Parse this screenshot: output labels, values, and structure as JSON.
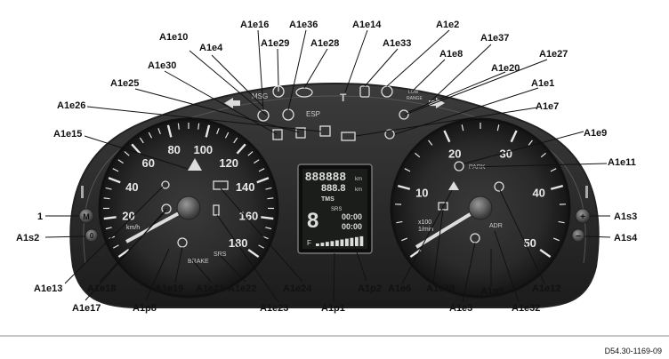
{
  "figure": {
    "reference_code": "D54.30-1169-09"
  },
  "speedometer": {
    "scale": [
      "20",
      "40",
      "60",
      "80",
      "100",
      "120",
      "140",
      "160",
      "180"
    ],
    "unit": "km/h"
  },
  "tachometer": {
    "scale": [
      "10",
      "20",
      "30",
      "40",
      "50"
    ],
    "unit_top": "x100",
    "unit_bottom": "1/min"
  },
  "display": {
    "odometer": "888888",
    "odometer_unit": "km",
    "trip": "888.8",
    "trip_unit": "km",
    "gear": "8",
    "srs": "SRS",
    "fuel": "F",
    "clock1": "00:00",
    "clock2": "00:00",
    "flags": "TMS"
  },
  "indicator_labels": {
    "msg": "MSG",
    "esp": "ESP",
    "park": "PARK",
    "brake": "BRAKE",
    "srs": "SRS",
    "adr": "ADR",
    "low_range_1": "LOW",
    "low_range_2": "RANGE"
  },
  "buttons": {
    "left_top": "M",
    "left_bottom": "0",
    "right_top": "+",
    "right_bottom": "−"
  },
  "callouts": {
    "a1e10": "A1e10",
    "a1e4": "A1e4",
    "a1e16": "A1e16",
    "a1e29": "A1e29",
    "a1e36": "A1e36",
    "a1e28": "A1e28",
    "a1e14": "A1e14",
    "a1e33": "A1e33",
    "a1e2": "A1e2",
    "a1e37": "A1e37",
    "a1e8": "A1e8",
    "a1e30": "A1e30",
    "a1e27": "A1e27",
    "a1e20": "A1e20",
    "a1e25": "A1e25",
    "a1e1": "A1e1",
    "a1e26": "A1e26",
    "a1e7": "A1e7",
    "a1e15": "A1e15",
    "a1e9": "A1e9",
    "a1e11": "A1e11",
    "one": "1",
    "a1s3": "A1s3",
    "a1s2": "A1s2",
    "a1s4": "A1s4",
    "a1e13": "A1e13",
    "a1e18": "A1e18",
    "a1e19": "A1e19",
    "a1e21": "A1e21",
    "a1e22": "A1e22",
    "a1e24": "A1e24",
    "a1p2": "A1p2",
    "a1e6": "A1e6",
    "a1e39": "A1e39",
    "a1e12": "A1e12",
    "a1e17": "A1e17",
    "a1p8": "A1p8",
    "a1e23": "A1e23",
    "a1p1": "A1p1",
    "a1e3": "A1e3",
    "a1e32": "A1e32",
    "a1p5": "A1p5"
  }
}
